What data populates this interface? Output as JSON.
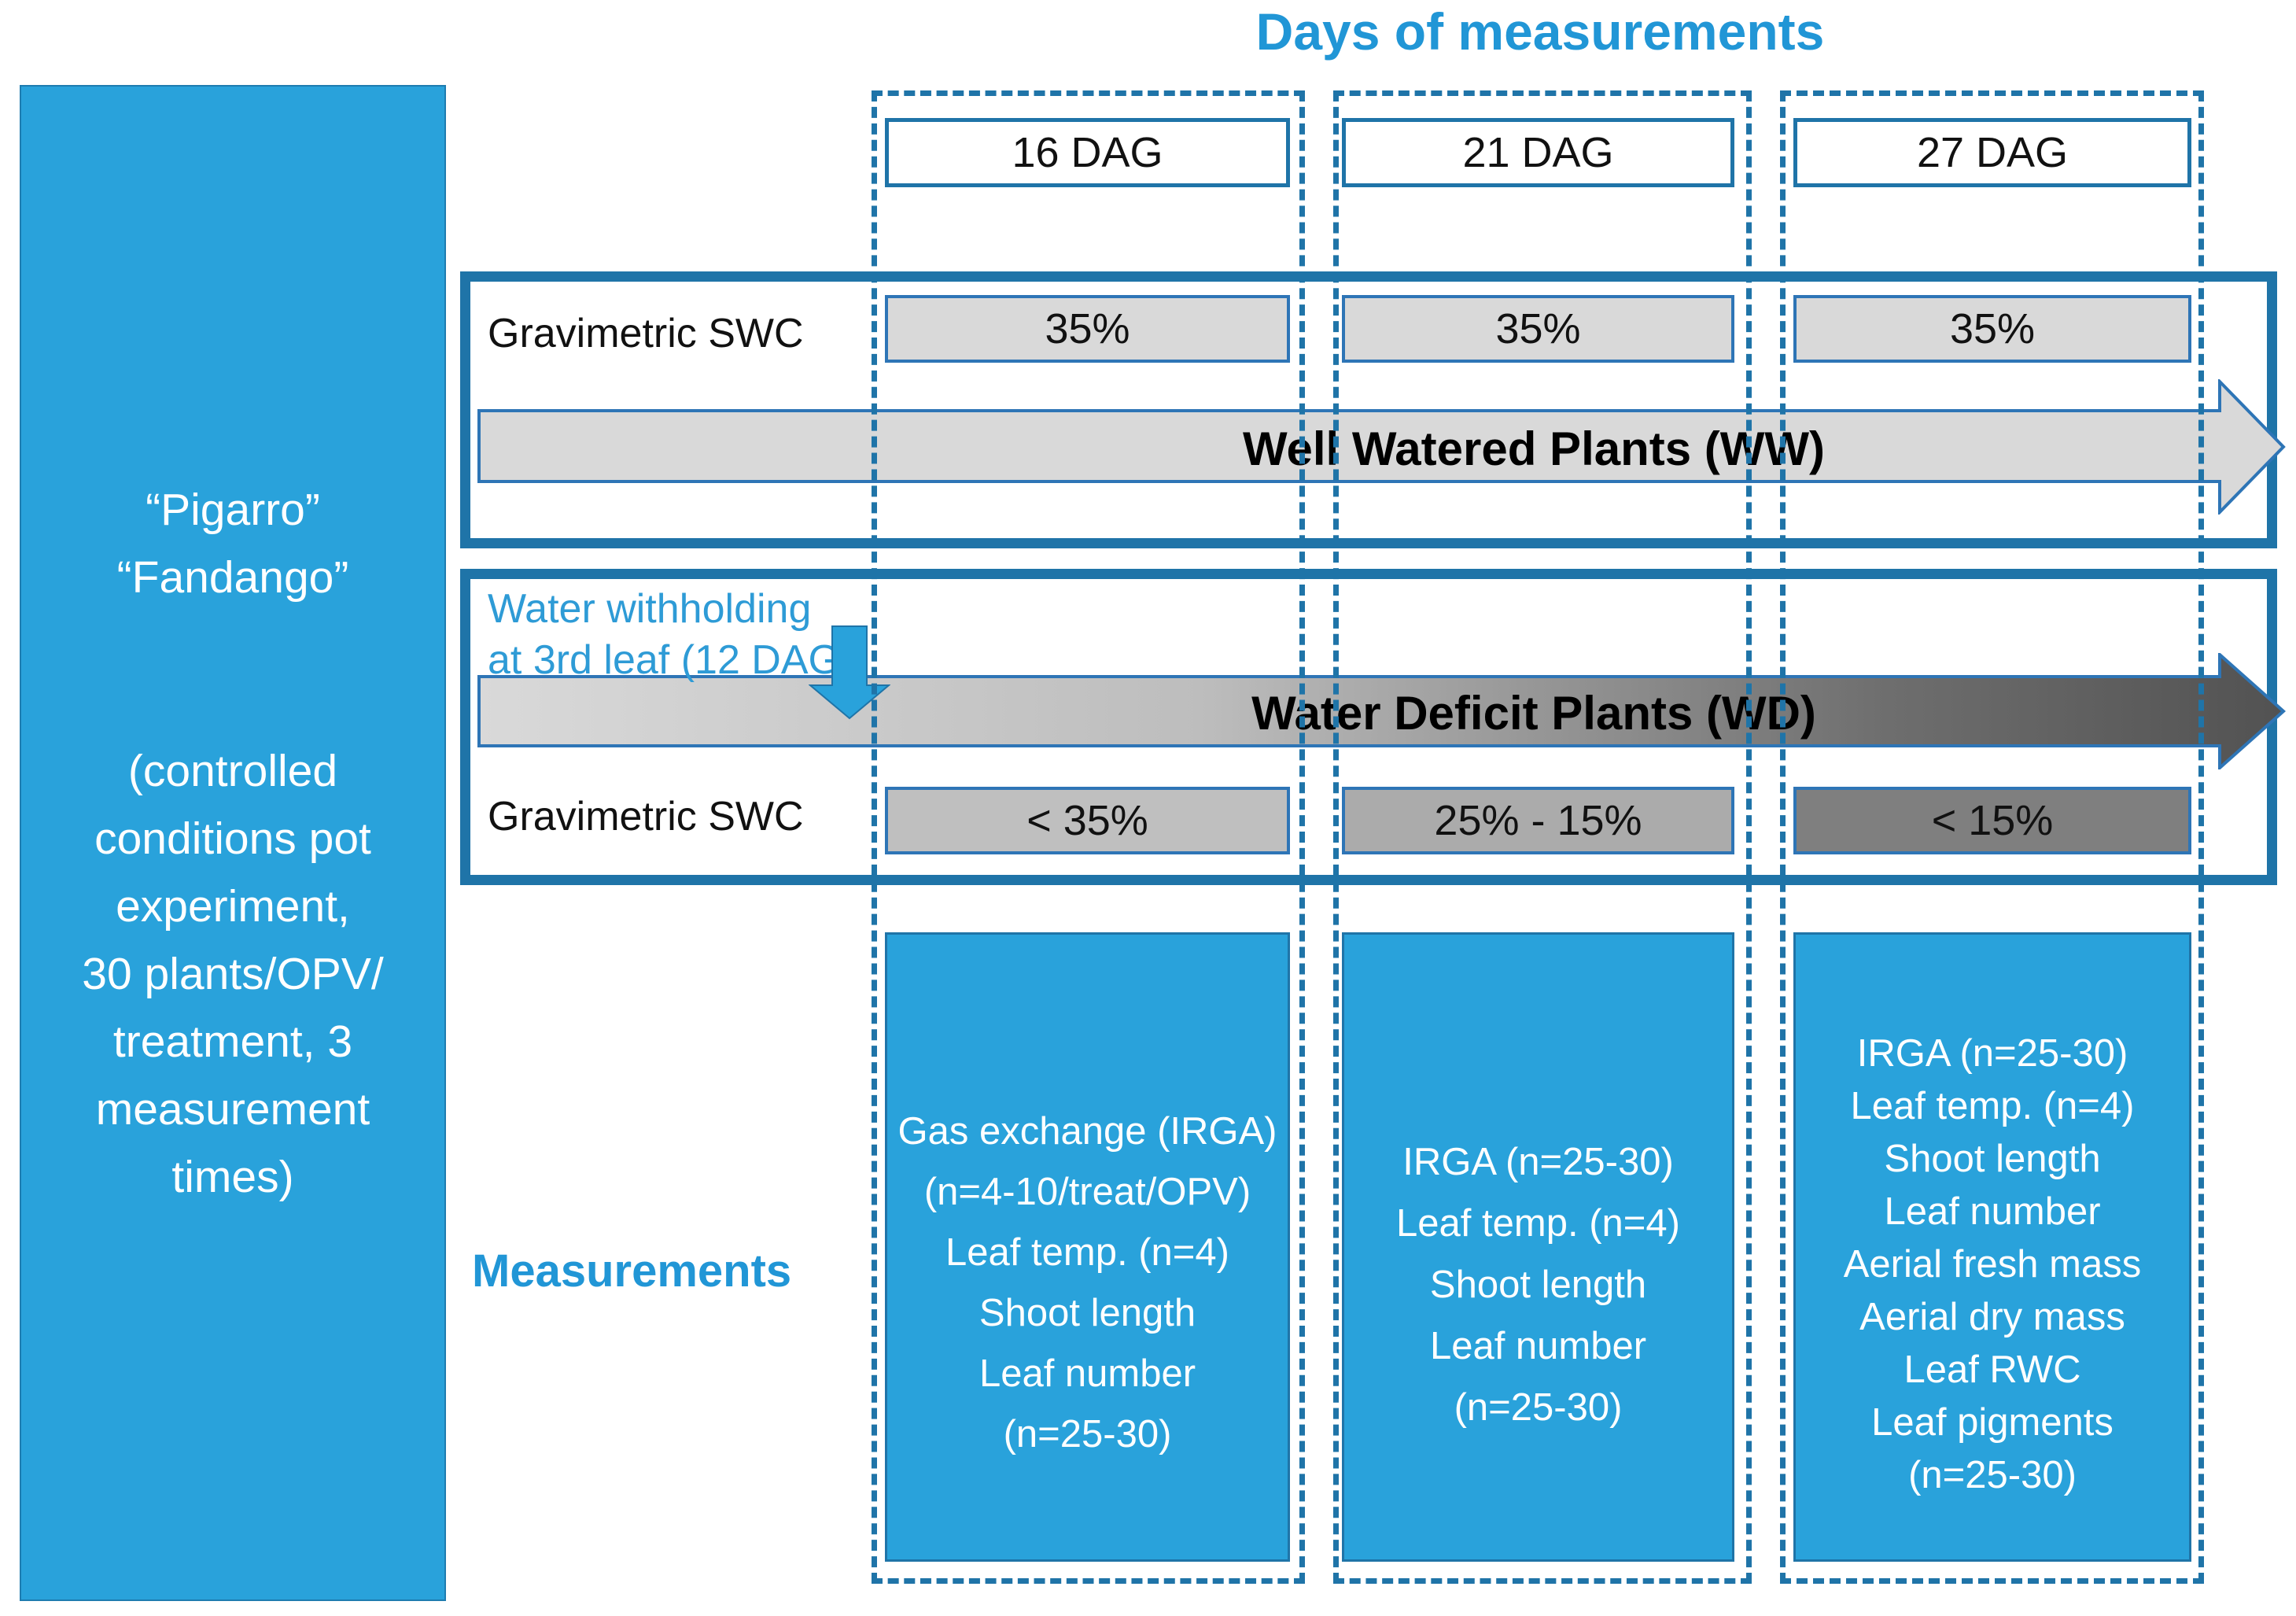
{
  "title": "Days of measurements",
  "left_panel": {
    "cultivars": [
      "“Pigarro”",
      "“Fandango”"
    ],
    "description": [
      "(controlled",
      "conditions pot",
      "experiment,",
      "30 plants/OPV/",
      "treatment, 3",
      "measurement",
      "times)"
    ]
  },
  "columns": [
    {
      "day": "16 DAG",
      "ww_swc": "35%",
      "wd_swc": "< 35%",
      "measurements": [
        "Gas exchange (IRGA)",
        "(n=4-10/treat/OPV)",
        "Leaf temp. (n=4)",
        "Shoot length",
        "Leaf number",
        "(n=25-30)"
      ]
    },
    {
      "day": "21 DAG",
      "ww_swc": "35%",
      "wd_swc": "25% - 15%",
      "measurements": [
        "IRGA (n=25-30)",
        "Leaf temp. (n=4)",
        "Shoot length",
        "Leaf number",
        "(n=25-30)"
      ]
    },
    {
      "day": "27 DAG",
      "ww_swc": "35%",
      "wd_swc": "< 15%",
      "measurements": [
        "IRGA (n=25-30)",
        "Leaf temp. (n=4)",
        "Shoot length",
        "Leaf number",
        "Aerial fresh mass",
        "Aerial dry mass",
        "Leaf RWC",
        "Leaf pigments",
        "(n=25-30)"
      ]
    }
  ],
  "well_watered": {
    "swc_label": "Gravimetric SWC",
    "arrow_label": "Well Watered Plants (WW)"
  },
  "water_deficit": {
    "note_line1": "Water withholding",
    "note_line2": "at 3rd leaf (12 DAG)",
    "arrow_label": "Water Deficit Plants (WD)",
    "swc_label": "Gravimetric SWC"
  },
  "measurements_label": "Measurements",
  "colors": {
    "panel_blue": "#29A2DB",
    "border_blue": "#1F74A8",
    "accent_text_blue": "#2196D6",
    "note_blue": "#2E9BD6",
    "light_gray": "#D9D9D9",
    "mid_gray": "#ABABAB",
    "dark_gray": "#7F7F7F",
    "gradient_end": "#525252"
  }
}
